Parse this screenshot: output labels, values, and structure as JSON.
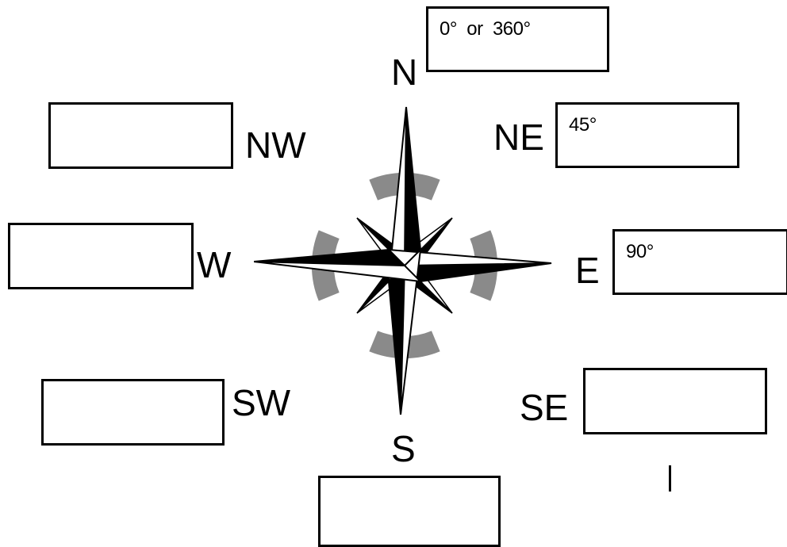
{
  "labels": {
    "n": "N",
    "ne": "NE",
    "e": "E",
    "se": "SE",
    "s": "S",
    "sw": "SW",
    "w": "W",
    "nw": "NW"
  },
  "boxes": {
    "n": "0°  or  360°",
    "ne": "45°",
    "e": "90°",
    "se": "",
    "s": "",
    "sw": "",
    "w": "",
    "nw": ""
  },
  "colors": {
    "ring": "#8a8a8a",
    "needle_dark": "#000000",
    "needle_light": "#ffffff",
    "outline": "#000000"
  }
}
